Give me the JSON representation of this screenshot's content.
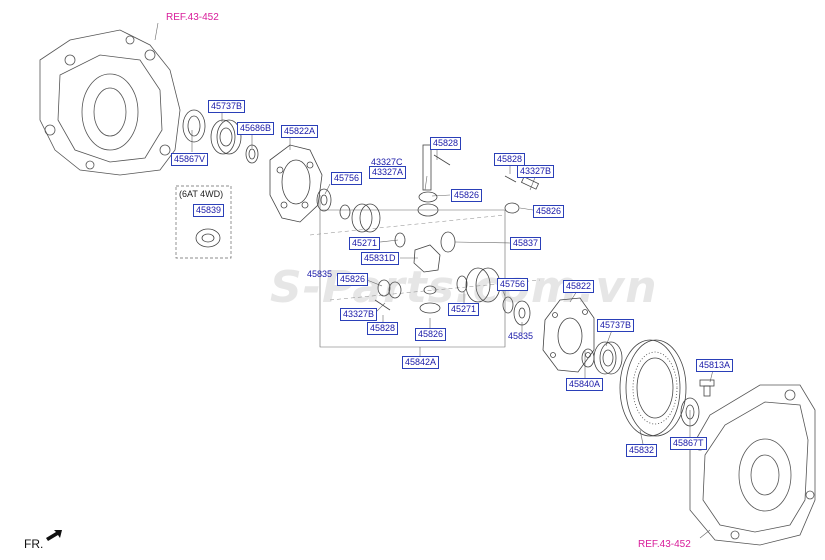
{
  "diagram": {
    "references": {
      "top_left": "REF.43-452",
      "bottom_right": "REF.43-452"
    },
    "note": "(6AT 4WD)",
    "direction": "FR.",
    "watermark": "S-Parts.com.vn",
    "parts": {
      "p45737b_top": "45737B",
      "p45686b": "45686B",
      "p45822a": "45822A",
      "p45867v": "45867V",
      "p45839": "45839",
      "p45828_top": "45828",
      "p43327c": "43327C",
      "p43327a": "43327A",
      "p45826_top": "45826",
      "p45828_right": "45828",
      "p43327b_right": "43327B",
      "p45826_right": "45826",
      "p45756_top": "45756",
      "p45271_left": "45271",
      "p45837": "45837",
      "p45831d": "45831D",
      "p45835_left": "45835",
      "p45826_mid": "45826",
      "p45756_right": "45756",
      "p43327b_left": "43327B",
      "p45271_right": "45271",
      "p45828_left": "45828",
      "p45826_bottom": "45826",
      "p45835_right": "45835",
      "p45842a": "45842A",
      "p45822": "45822",
      "p45737b_right": "45737B",
      "p45840a": "45840A",
      "p45813a": "45813A",
      "p45867t": "45867T",
      "p45832": "45832"
    }
  }
}
